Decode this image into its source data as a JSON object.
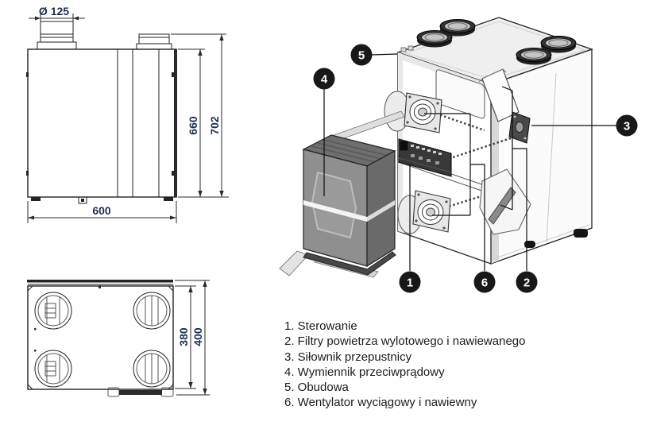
{
  "document": {
    "type": "technical-datasheet-figure",
    "background": "#ffffff"
  },
  "views": {
    "front": {
      "title": "front-dimension-view",
      "dims": {
        "diameter": "Ø 125",
        "height_inner": "660",
        "height_total": "702",
        "width": "600"
      }
    },
    "bottom": {
      "title": "bottom-dimension-view",
      "dims": {
        "depth_inner": "380",
        "depth_total": "400"
      }
    },
    "isometric": {
      "title": "exploded-cutaway-view"
    }
  },
  "callouts": [
    {
      "number": "1"
    },
    {
      "number": "2"
    },
    {
      "number": "3"
    },
    {
      "number": "4"
    },
    {
      "number": "5"
    },
    {
      "number": "6"
    }
  ],
  "legend": {
    "items": [
      "1. Sterowanie",
      "2. Filtry powietrza wylotowego i nawiewanego",
      "3. Siłownik przepustnicy",
      "4. Wymiennik przeciwprądowy",
      "5. Obudowa",
      "6. Wentylator wyciągowy i nawiewny"
    ]
  },
  "colors": {
    "dimension_text": "#1e2f4d",
    "legend_text": "#1c1c1c",
    "callout_background": "#181818",
    "callout_number": "#ffffff",
    "exchanger_gray": "#8f8f8f"
  }
}
